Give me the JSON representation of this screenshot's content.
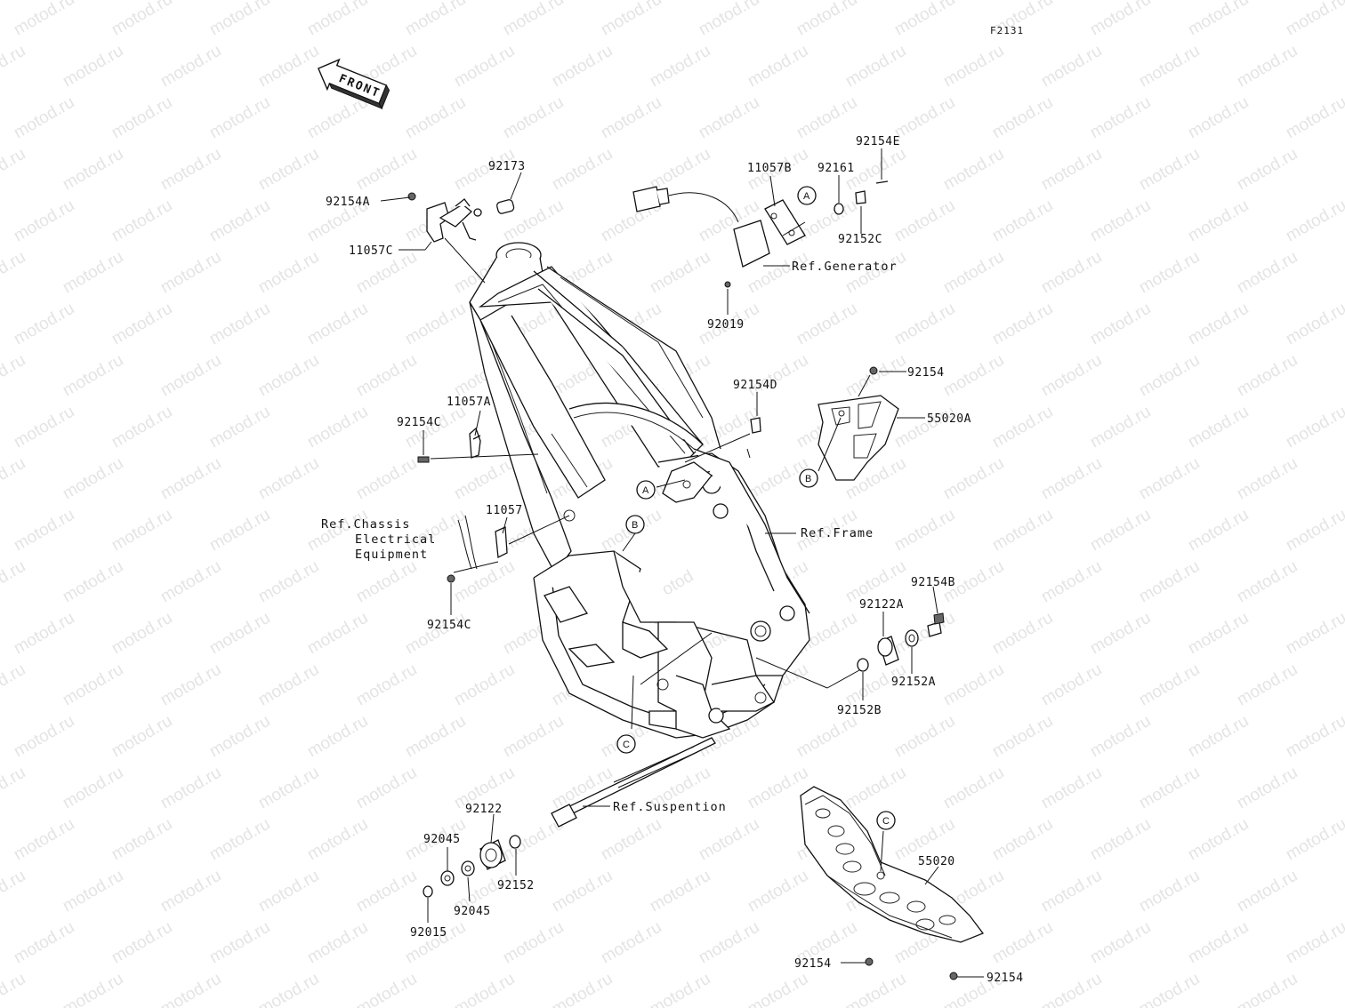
{
  "diagram_code": "F2131",
  "watermark": "motod.ru",
  "front_label": "FRONT",
  "callouts": {
    "p92154A": "92154A",
    "p92173": "92173",
    "p11057C": "11057C",
    "p11057B": "11057B",
    "p92161": "92161",
    "p92154E": "92154E",
    "p92152C": "92152C",
    "p92019": "92019",
    "p92154D": "92154D",
    "p92154_top": "92154",
    "p55020A": "55020A",
    "p11057A": "11057A",
    "p92154C_top": "92154C",
    "p11057": "11057",
    "p92154C_bot": "92154C",
    "p92154B": "92154B",
    "p92122A": "92122A",
    "p92152A": "92152A",
    "p92152B": "92152B",
    "p92122": "92122",
    "p92045_top": "92045",
    "p92045_bot": "92045",
    "p92152": "92152",
    "p92015": "92015",
    "p55020": "55020",
    "p92154_bl": "92154",
    "p92154_br": "92154"
  },
  "references": {
    "generator": "Ref.Generator",
    "frame": "Ref.Frame",
    "suspension": "Ref.Suspention",
    "chassis_line1": "Ref.Chassis",
    "chassis_line2": "Electrical",
    "chassis_line3": "Equipment"
  },
  "markers": {
    "a1": "A",
    "a2": "A",
    "b1": "B",
    "b2": "B",
    "c1": "C",
    "c2": "C"
  }
}
